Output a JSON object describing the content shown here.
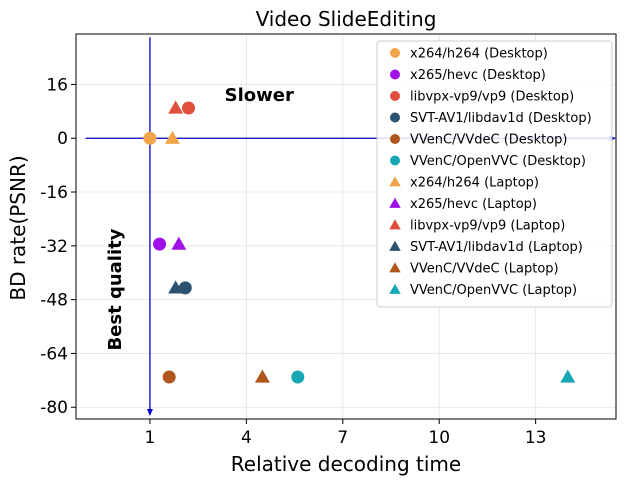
{
  "chart_data": {
    "type": "scatter",
    "title": "Video SlideEditing",
    "xlabel": "Relative decoding time",
    "ylabel": "BD rate(PSNR)",
    "xlim": [
      -1.3,
      15.5
    ],
    "ylim": [
      -83.5,
      31
    ],
    "xticks": [
      1,
      4,
      7,
      10,
      13
    ],
    "xtick_labels": [
      "1",
      "4",
      "7",
      "10",
      "13"
    ],
    "yticks": [
      16,
      0,
      -16,
      -32,
      -48,
      -64,
      -80
    ],
    "ytick_labels": [
      "16",
      "0",
      "-16",
      "-32",
      "-48",
      "-64",
      "-80"
    ],
    "grid": true,
    "legend_position": "top-right",
    "annotations": [
      {
        "id": "slower",
        "text": "Slower",
        "x": 4.4,
        "y": 11,
        "rotation": 0,
        "bold": true
      },
      {
        "id": "best-quality",
        "text": "Best quality",
        "x": 0.1,
        "y": -45,
        "rotation": -90,
        "bold": true
      }
    ],
    "reference_lines": {
      "horizontal": {
        "y": 0,
        "x_from": -1.0,
        "x_to": 15.5,
        "color": "#0000cc"
      },
      "vertical": {
        "x": 1,
        "y_from": 30,
        "y_to": -82,
        "color": "#0000cc"
      }
    },
    "series": [
      {
        "name": "x264/h264 (Desktop)",
        "marker": "circle",
        "color": "#f0a54a",
        "points": [
          [
            1.0,
            0.0
          ]
        ]
      },
      {
        "name": "x265/hevc (Desktop)",
        "marker": "circle",
        "color": "#a010e8",
        "points": [
          [
            1.3,
            -31.5
          ]
        ]
      },
      {
        "name": "libvpx-vp9/vp9 (Desktop)",
        "marker": "circle",
        "color": "#e04e3c",
        "points": [
          [
            2.2,
            9.0
          ]
        ]
      },
      {
        "name": "SVT-AV1/libdav1d (Desktop)",
        "marker": "circle",
        "color": "#2c5270",
        "points": [
          [
            2.1,
            -44.5
          ]
        ]
      },
      {
        "name": "VVenC/VVdeC (Desktop)",
        "marker": "circle",
        "color": "#b0561c",
        "points": [
          [
            1.6,
            -71.0
          ]
        ]
      },
      {
        "name": "VVenC/OpenVVC (Desktop)",
        "marker": "circle",
        "color": "#17a6b4",
        "points": [
          [
            5.6,
            -71.0
          ]
        ]
      },
      {
        "name": "x264/h264 (Laptop)",
        "marker": "triangle",
        "color": "#f0a54a",
        "points": [
          [
            1.7,
            0.0
          ]
        ]
      },
      {
        "name": "x265/hevc (Laptop)",
        "marker": "triangle",
        "color": "#a010e8",
        "points": [
          [
            1.9,
            -31.5
          ]
        ]
      },
      {
        "name": "libvpx-vp9/vp9 (Laptop)",
        "marker": "triangle",
        "color": "#e04e3c",
        "points": [
          [
            1.8,
            9.0
          ]
        ]
      },
      {
        "name": "SVT-AV1/libdav1d (Laptop)",
        "marker": "triangle",
        "color": "#2c5270",
        "points": [
          [
            1.8,
            -44.5
          ]
        ]
      },
      {
        "name": "VVenC/VVdeC (Laptop)",
        "marker": "triangle",
        "color": "#b0561c",
        "points": [
          [
            4.5,
            -71.0
          ]
        ]
      },
      {
        "name": "VVenC/OpenVVC (Laptop)",
        "marker": "triangle",
        "color": "#17a6b4",
        "points": [
          [
            14.0,
            -71.0
          ]
        ]
      }
    ]
  }
}
